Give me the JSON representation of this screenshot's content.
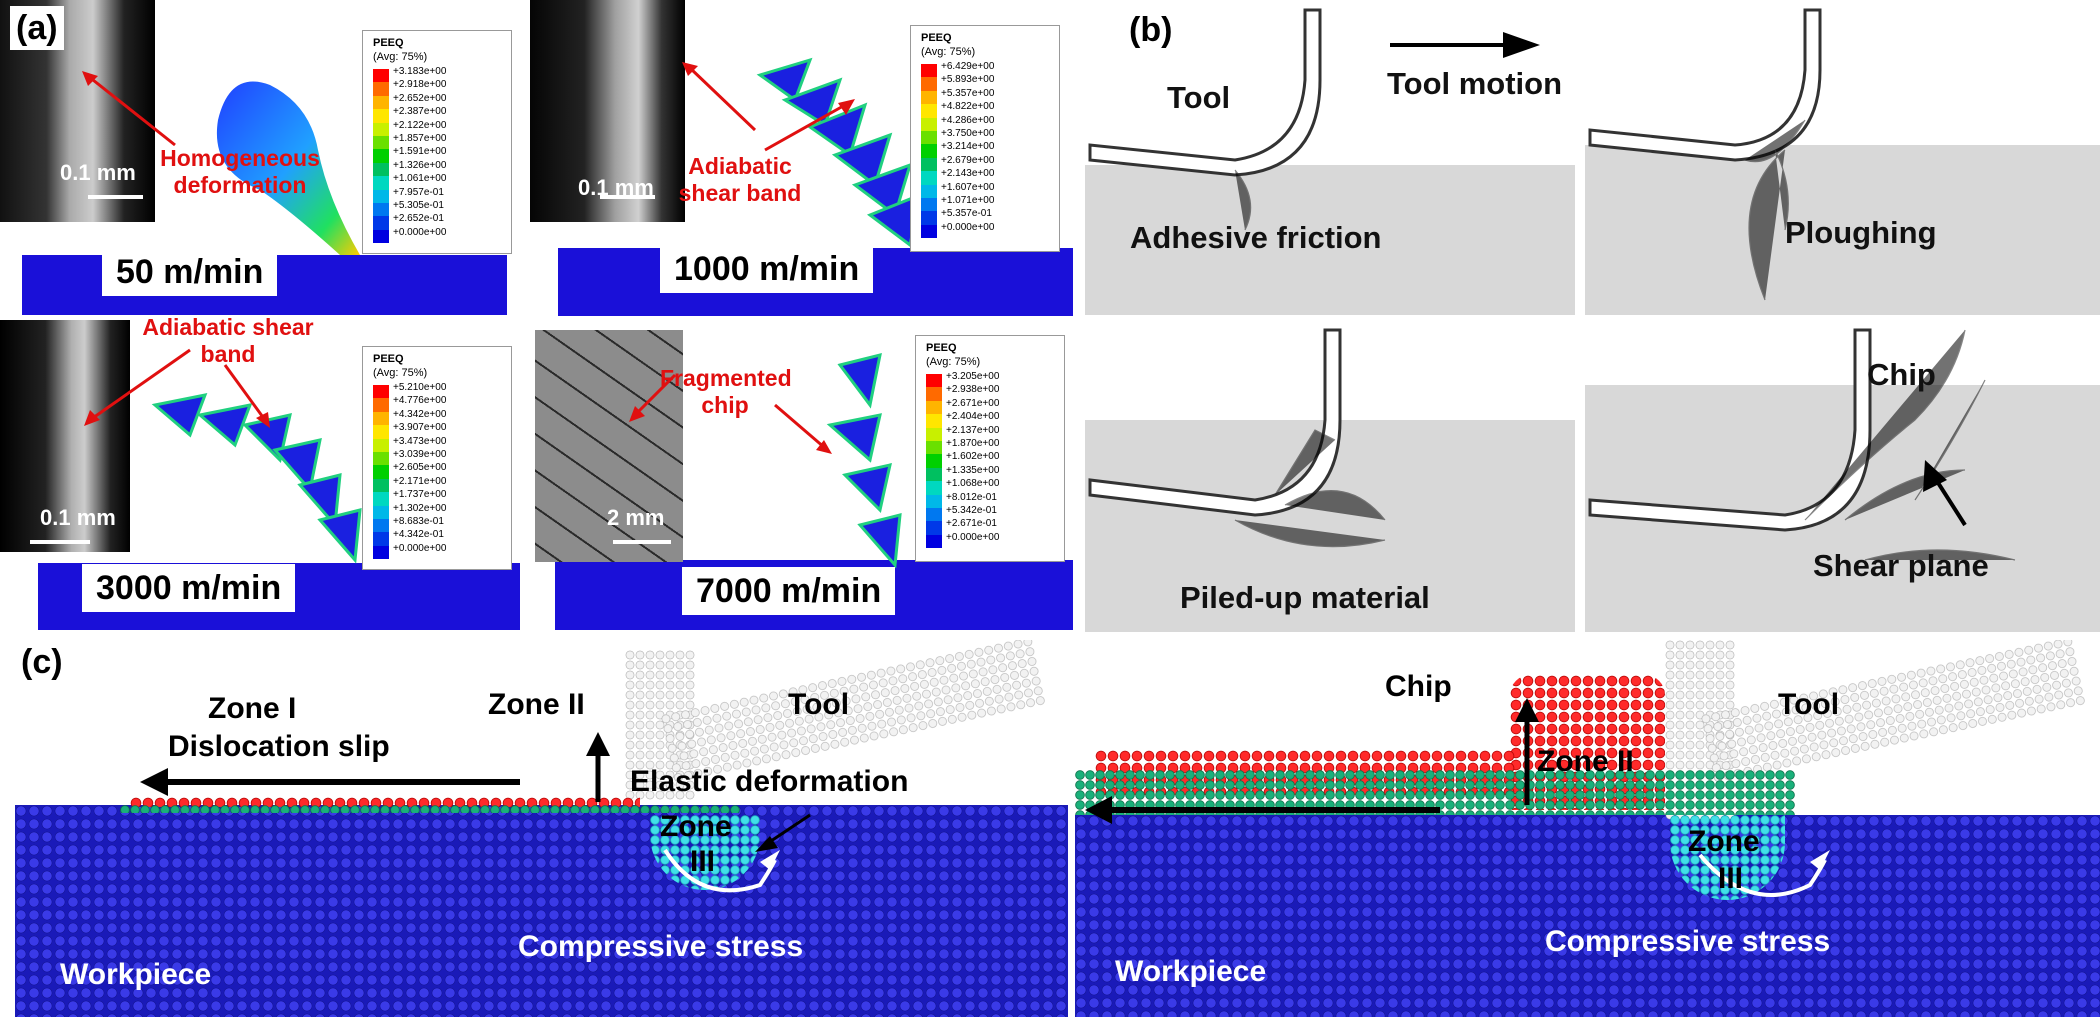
{
  "panel_a": {
    "tag": "(a)",
    "cases": [
      {
        "speed": "50 m/min",
        "scale": "0.1 mm",
        "annotation": "Homogeneous deformation",
        "legend_title": "PEEQ",
        "legend_avg": "(Avg: 75%)",
        "legend_values": [
          "+3.183e+00",
          "+2.918e+00",
          "+2.652e+00",
          "+2.387e+00",
          "+2.122e+00",
          "+1.857e+00",
          "+1.591e+00",
          "+1.326e+00",
          "+1.061e+00",
          "+7.957e-01",
          "+5.305e-01",
          "+2.652e-01",
          "+0.000e+00"
        ]
      },
      {
        "speed": "1000 m/min",
        "scale": "0.1 mm",
        "annotation": "Adiabatic shear band",
        "legend_title": "PEEQ",
        "legend_avg": "(Avg: 75%)",
        "legend_values": [
          "+6.429e+00",
          "+5.893e+00",
          "+5.357e+00",
          "+4.822e+00",
          "+4.286e+00",
          "+3.750e+00",
          "+3.214e+00",
          "+2.679e+00",
          "+2.143e+00",
          "+1.607e+00",
          "+1.071e+00",
          "+5.357e-01",
          "+0.000e+00"
        ]
      },
      {
        "speed": "3000 m/min",
        "scale": "0.1 mm",
        "annotation": "Adiabatic shear band",
        "legend_title": "PEEQ",
        "legend_avg": "(Avg: 75%)",
        "legend_values": [
          "+5.210e+00",
          "+4.776e+00",
          "+4.342e+00",
          "+3.907e+00",
          "+3.473e+00",
          "+3.039e+00",
          "+2.605e+00",
          "+2.171e+00",
          "+1.737e+00",
          "+1.302e+00",
          "+8.683e-01",
          "+4.342e-01",
          "+0.000e+00"
        ]
      },
      {
        "speed": "7000 m/min",
        "scale": "2 mm",
        "annotation": "Fragmented chip",
        "legend_title": "PEEQ",
        "legend_avg": "(Avg: 75%)",
        "legend_values": [
          "+3.205e+00",
          "+2.938e+00",
          "+2.671e+00",
          "+2.404e+00",
          "+2.137e+00",
          "+1.870e+00",
          "+1.602e+00",
          "+1.335e+00",
          "+1.068e+00",
          "+8.012e-01",
          "+5.342e-01",
          "+2.671e-01",
          "+0.000e+00"
        ]
      }
    ],
    "legend_colors": [
      "#ff0000",
      "#ff6a00",
      "#ffb400",
      "#ffe600",
      "#c8f000",
      "#6ae000",
      "#00d000",
      "#00c060",
      "#00d8c0",
      "#00b8e8",
      "#0078f0",
      "#0038e8",
      "#0000e0"
    ]
  },
  "panel_b": {
    "tag": "(b)",
    "tool": "Tool",
    "tool_motion": "Tool motion",
    "labels": [
      "Adhesive friction",
      "Ploughing",
      "Piled-up material",
      "Chip",
      "Shear plane"
    ]
  },
  "panel_c": {
    "tag": "(c)",
    "left": {
      "zone1_line1": "Zone I",
      "zone1_line2": "Dislocation slip",
      "zone2": "Zone II",
      "tool": "Tool",
      "elastic": "Elastic deformation",
      "zone3_line1": "Zone",
      "zone3_line2": "III",
      "compressive": "Compressive stress",
      "workpiece": "Workpiece"
    },
    "right": {
      "chip": "Chip",
      "tool": "Tool",
      "zone2": "Zone II",
      "zone3_line1": "Zone",
      "zone3_line2": "III",
      "compressive": "Compressive stress",
      "workpiece": "Workpiece"
    }
  }
}
